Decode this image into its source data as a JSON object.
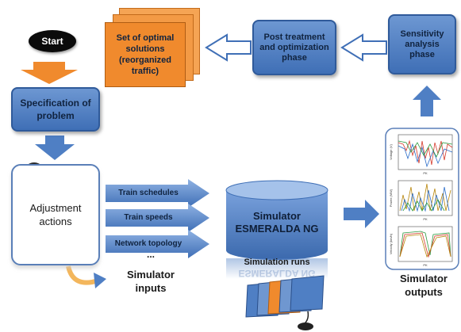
{
  "start": "Start",
  "optimal_solutions": "Set of optimal solutions (reorganized traffic)",
  "post_treatment": "Post treatment and optimization phase",
  "sensitivity": "Sensitivity analysis phase",
  "specification": "Specification of problem",
  "adjustment": "Adjustment actions",
  "inputs": [
    "Train schedules",
    "Train speeds",
    "Network topology"
  ],
  "inputs_ellipsis": "...",
  "simulator_inputs": "Simulator inputs",
  "simulator": "Simulator ESMERALDA NG",
  "simulator_reflection": "ESMERALDA NG",
  "simulation_runs": "Simulation runs",
  "simulator_outputs": "Simulator outputs",
  "plots": [
    {
      "ylabel": "Voltage (V)",
      "xlabel": "PK"
    },
    {
      "ylabel": "Power (MW)",
      "xlabel": "PK"
    },
    {
      "ylabel": "Velocity (km/h)",
      "xlabel": "PK"
    }
  ],
  "colors": {
    "blue": "#4f7fc4",
    "orange": "#f08a2d",
    "dark": "#0b0b0b"
  }
}
